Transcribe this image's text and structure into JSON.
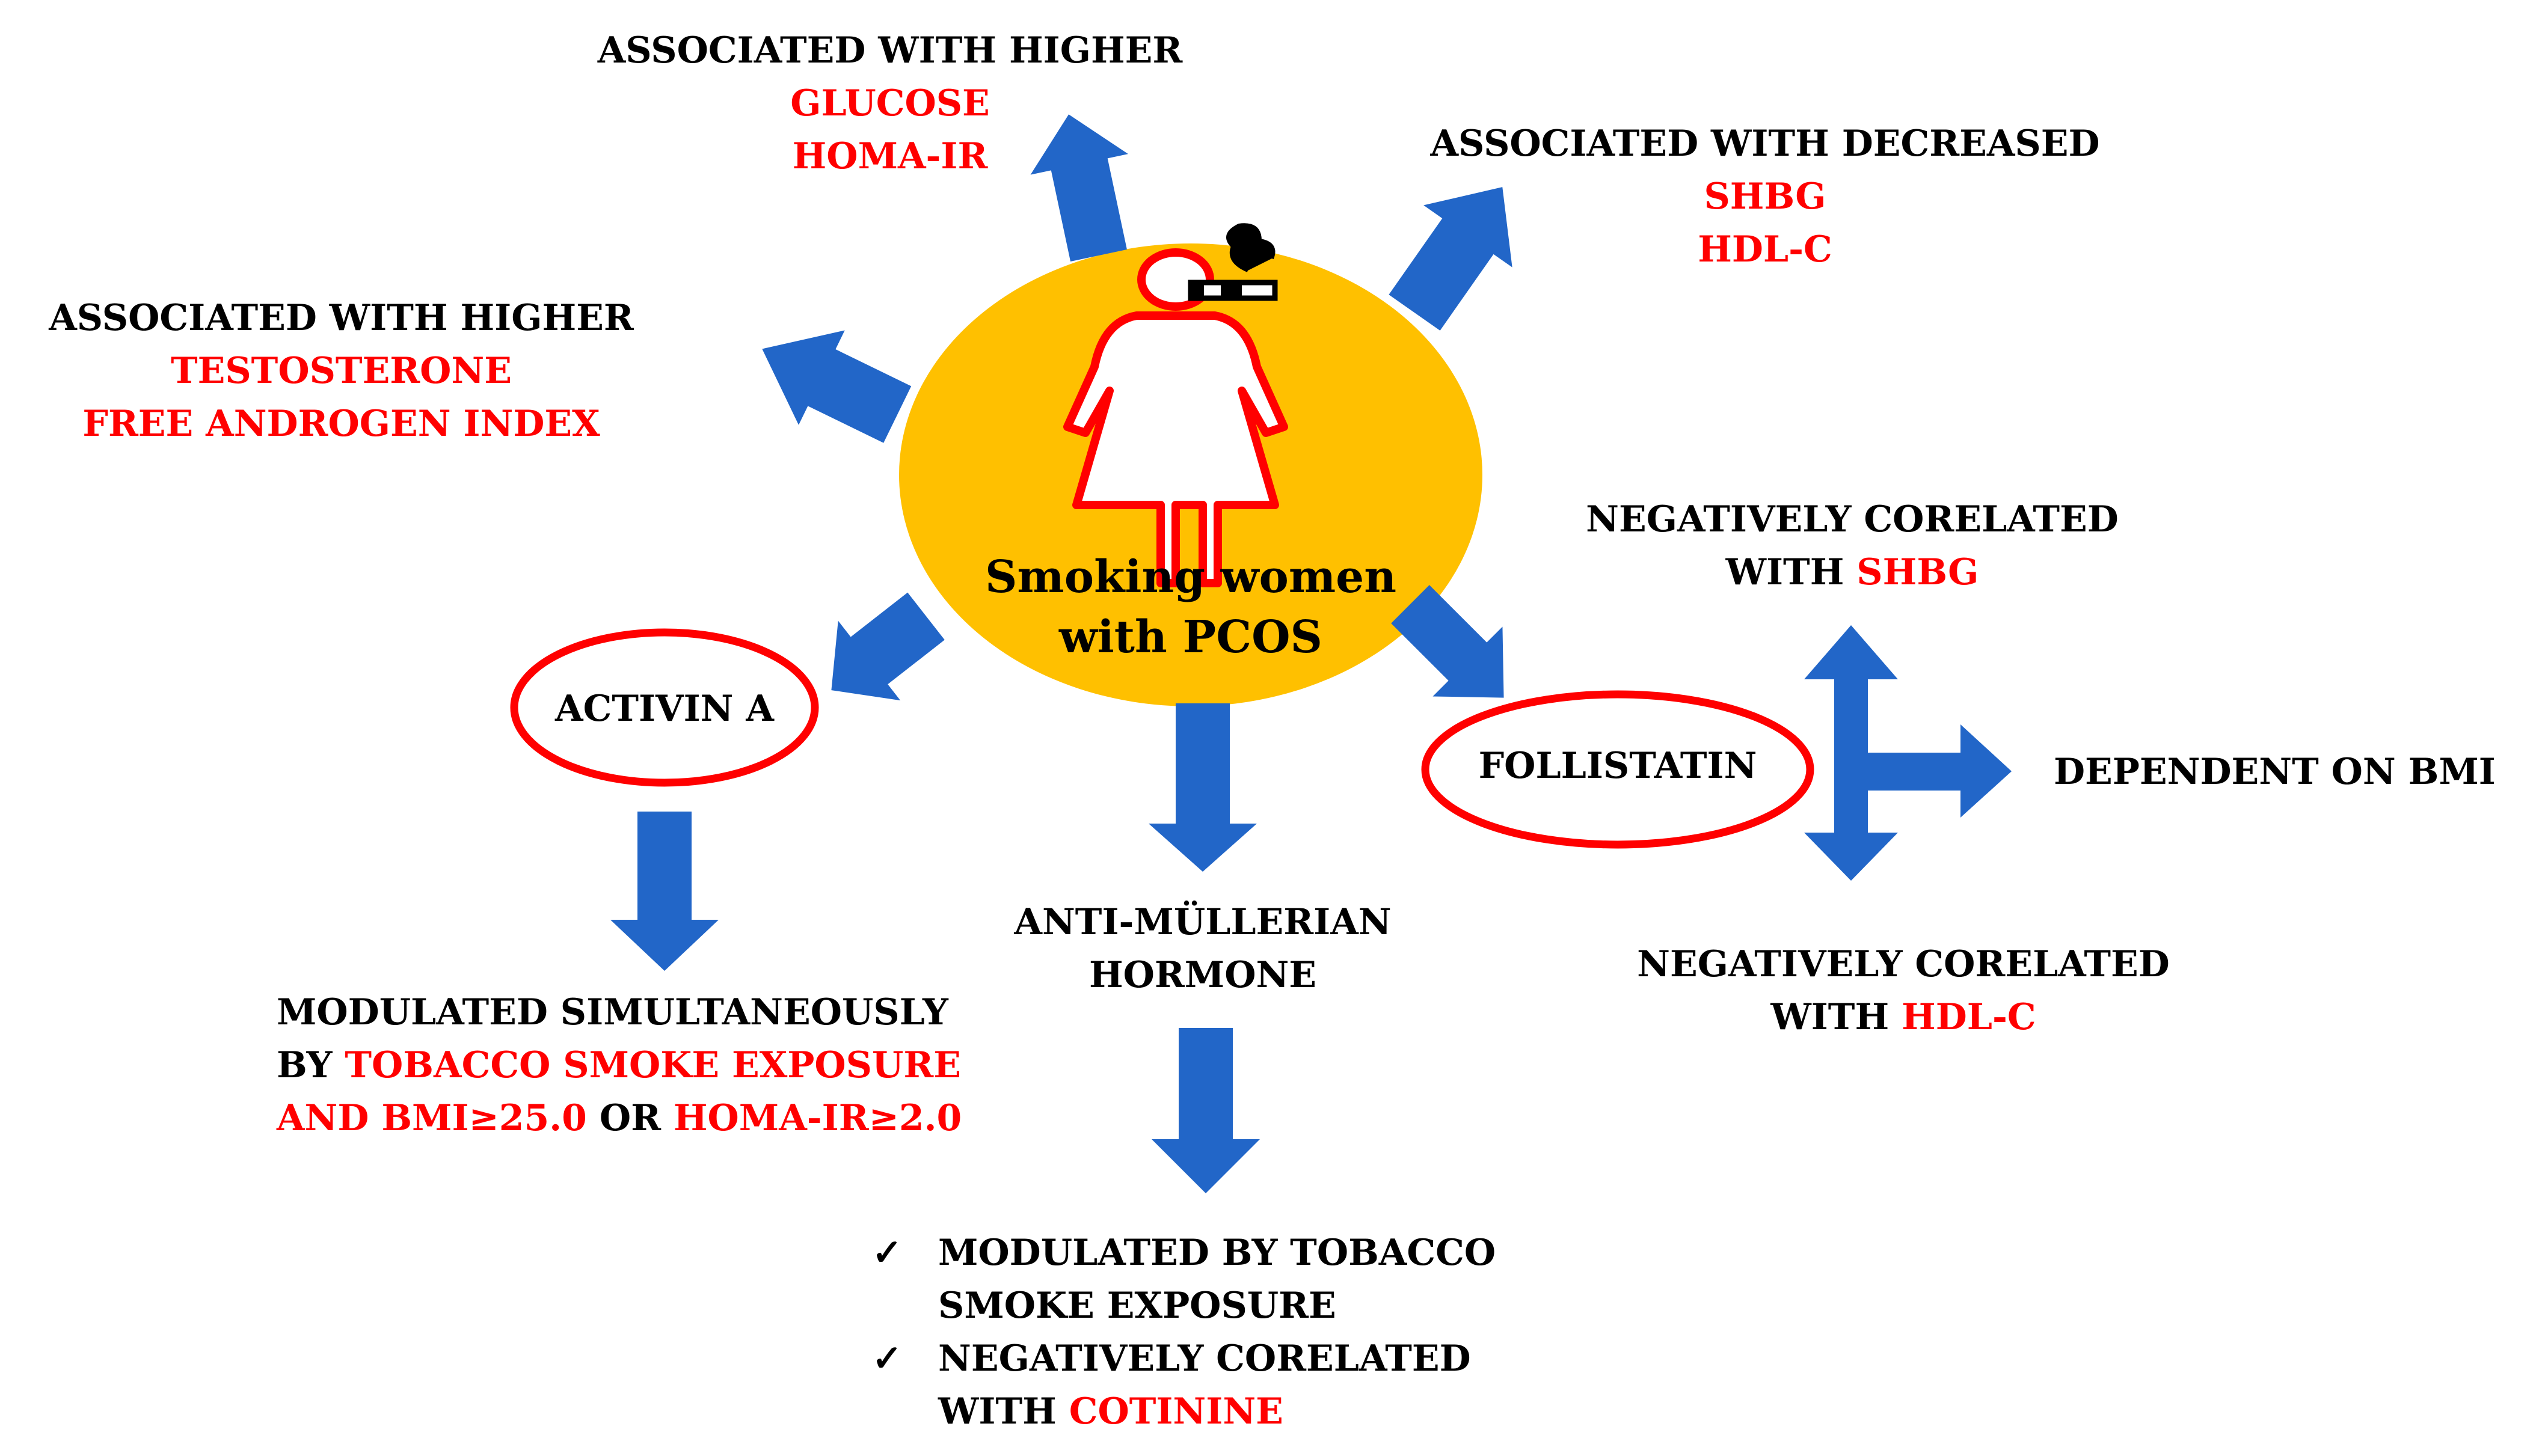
{
  "colors": {
    "arrow": "#2266c8",
    "ellipse": "#ffc000",
    "highlight": "#ff0000",
    "text": "#000000"
  },
  "center": {
    "line1": "Smoking women",
    "line2": "with PCOS"
  },
  "icons": {
    "figure": "woman-smoking-icon"
  },
  "top_left": {
    "heading": "ASSOCIATED WITH HIGHER",
    "item1": "GLUCOSE",
    "item2": "HOMA-IR"
  },
  "top_right": {
    "heading": "ASSOCIATED WITH DECREASED",
    "item1": "SHBG",
    "item2": "HDL-C"
  },
  "left": {
    "heading": "ASSOCIATED WITH HIGHER",
    "item1": "TESTOSTERONE",
    "item2": "FREE ANDROGEN INDEX"
  },
  "activin": {
    "label": "ACTIVIN A",
    "line1": "MODULATED SIMULTANEOUSLY",
    "line2_prefix": "BY",
    "line2_red": "TOBACCO SMOKE EXPOSURE",
    "line3_red1": "AND BMI≥25.0",
    "line3_mid": "OR",
    "line3_red2": "HOMA-IR≥2.0"
  },
  "amh": {
    "label_line1": "ANTI-MÜLLERIAN",
    "label_line2": "HORMONE",
    "check": "✓",
    "bullet1_line1": "MODULATED BY TOBACCO",
    "bullet1_line2": "SMOKE EXPOSURE",
    "bullet2_line1": "NEGATIVELY CORELATED",
    "bullet2_prefix": "WITH",
    "bullet2_red": "COTININE"
  },
  "follistatin": {
    "label": "FOLLISTATIN",
    "top_line1": "NEGATIVELY CORELATED",
    "top_prefix": "WITH",
    "top_red": "SHBG",
    "right": "DEPENDENT ON BMI",
    "bottom_line1": "NEGATIVELY CORELATED",
    "bottom_prefix": "WITH",
    "bottom_red": "HDL-C"
  }
}
